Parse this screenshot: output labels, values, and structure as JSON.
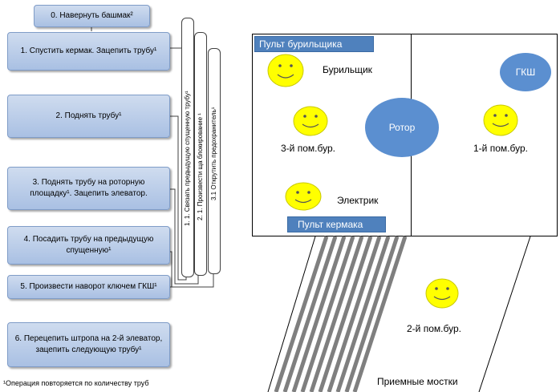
{
  "steps": [
    "0. Навернуть башмак²",
    "1. Спустить кермак. Зацепить трубу¹",
    "2. Поднять трубу¹",
    "3. Поднять трубу на роторную площадку¹. Зацепить элеватор.",
    "4. Посадить трубу на предыдущую спущенную¹",
    "5. Произвести наворот ключем ГКШ¹",
    "6. Перецепить штропа на 2-й элеватор, зацепить следующую трубу¹"
  ],
  "substeps": [
    "1. 1. Связать предыдущую спущенную трубу¹",
    "2. 1. Произвести ща блокирование ¹",
    "3.1 Открутить предохранитель¹"
  ],
  "footnote": "¹Операция повторяется по количеству труб",
  "floor": {
    "driller_panel": "Пульт бурильщика",
    "kermak_panel": "Пульт кермака",
    "rotor": "Ротор",
    "gksh": "ГКШ",
    "driller": "Бурильщик",
    "assistant3": "3-й пом.бур.",
    "electrician": "Электрик",
    "assistant1": "1-й пом.бур.",
    "assistant2": "2-й пом.бур.",
    "catwalk": "Приемные мостки"
  },
  "colors": {
    "step_fill": "#b8cbe8",
    "panel": "#4f81bd",
    "rotor": "#5b8fd0",
    "face": "#ffff00"
  }
}
